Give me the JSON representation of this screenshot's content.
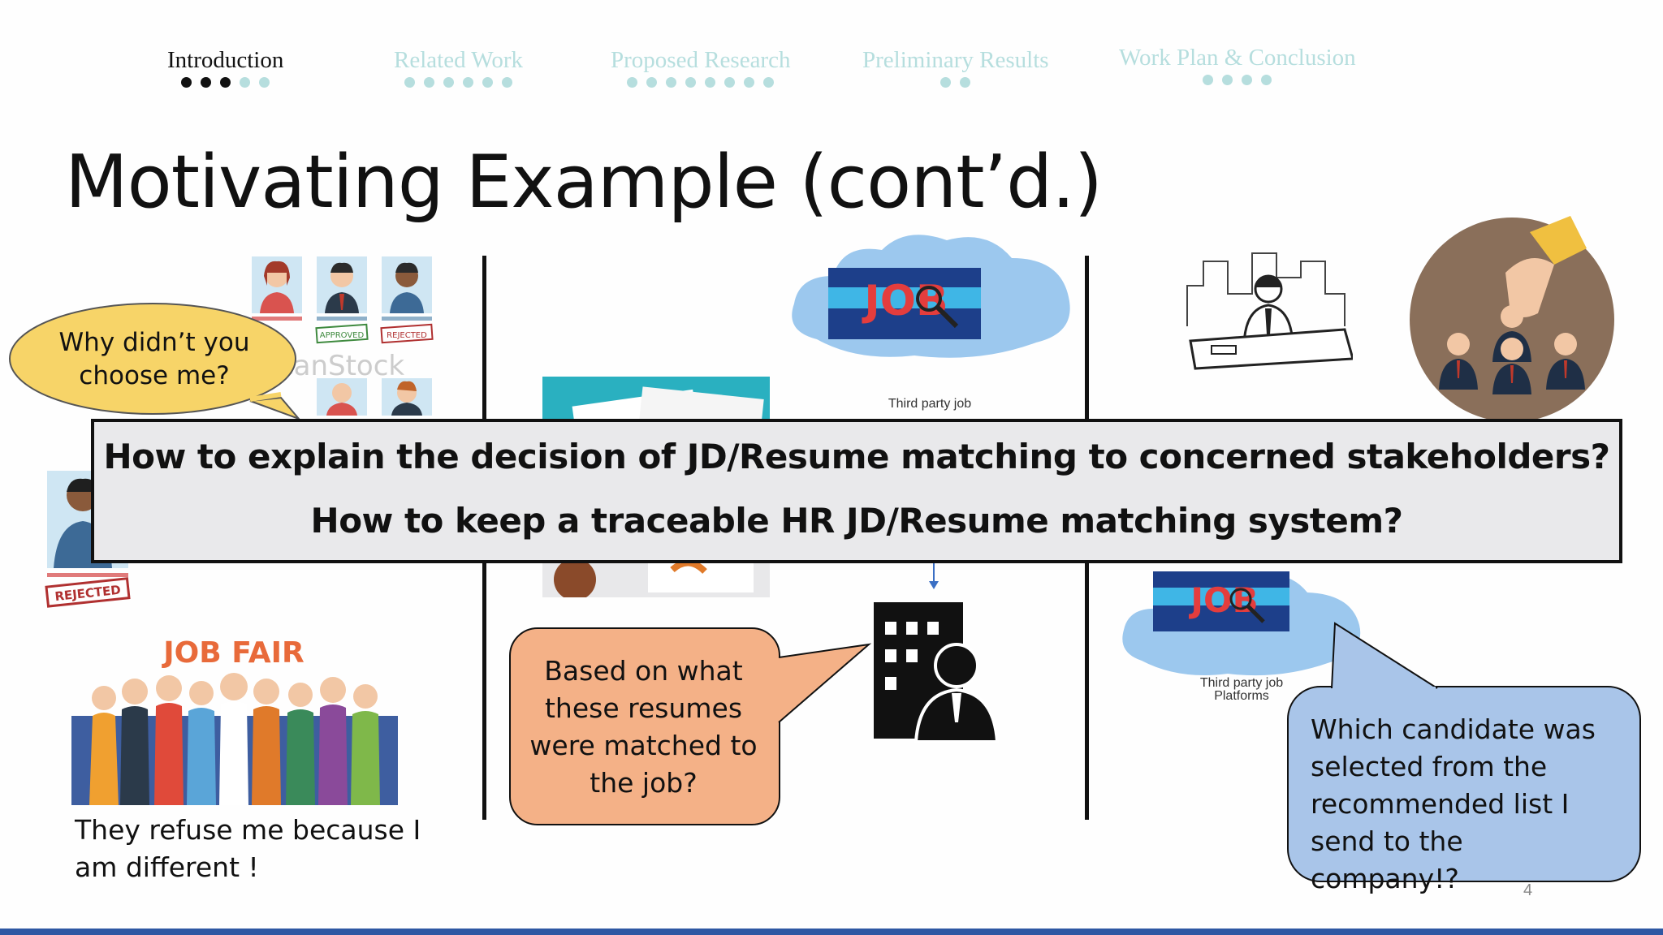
{
  "nav": {
    "items": [
      {
        "label": "Introduction",
        "dots_total": 5,
        "dots_on": 3
      },
      {
        "label": "Related Work",
        "dots_total": 6,
        "dots_on": 0
      },
      {
        "label": "Proposed Research",
        "dots_total": 8,
        "dots_on": 0
      },
      {
        "label": "Preliminary Results",
        "dots_total": 2,
        "dots_on": 0
      },
      {
        "label": "Work Plan & Conclusion",
        "dots_total": 4,
        "dots_on": 0
      }
    ]
  },
  "slide": {
    "title": "Motivating Example (cont’d.)",
    "page_number": "4"
  },
  "left": {
    "bubble": "Why didn’t you choose me?",
    "rejected_stamp": "REJECTED",
    "approved_stamp": "APPROVED",
    "watermark": "CanStock",
    "job_fair": "JOB FAIR",
    "caption_line1": "They refuse me because I",
    "caption_line2": "am different !"
  },
  "middle": {
    "job_sign": "JOB",
    "third_party_label": "Third party job",
    "bubble_line1": "Based on what",
    "bubble_line2": "these resumes",
    "bubble_line3": "were matched to",
    "bubble_line4": "the job?"
  },
  "right": {
    "job_sign": "JOB",
    "third_party_label_1": "Third party job",
    "third_party_label_2": "Platforms",
    "bubble_line1": "Which candidate was",
    "bubble_line2": "selected from the",
    "bubble_line3": "recommended list I",
    "bubble_line4": "send to the company!?"
  },
  "banner": {
    "question1": "How to explain the decision of JD/Resume matching to concerned stakeholders?",
    "question2": "How to keep a traceable HR JD/Resume matching system?"
  },
  "colors": {
    "nav_inactive": "#b6dede",
    "yellow_bubble": "#f7d468",
    "orange_bubble": "#f4b187",
    "blue_bubble": "#a9c5e9",
    "banner_bg": "#e9e9eb",
    "bottom_bar": "#2e57a3"
  }
}
